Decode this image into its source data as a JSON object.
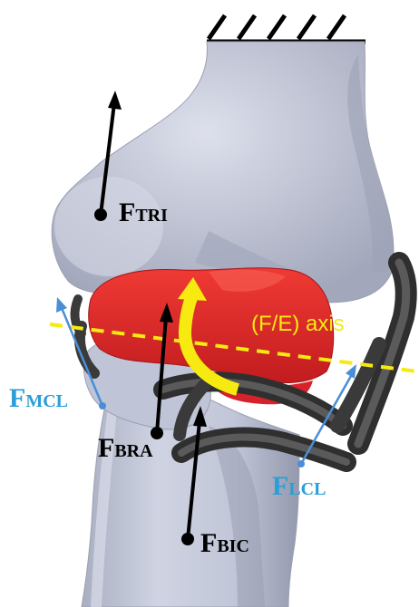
{
  "labels": {
    "tri": {
      "main": "F",
      "sub": "TRI"
    },
    "bra": {
      "main": "F",
      "sub": "BRA"
    },
    "bic": {
      "main": "F",
      "sub": "BIC"
    },
    "mcl": {
      "main": "F",
      "sub": "MCL"
    },
    "lcl": {
      "main": "F",
      "sub": "LCL"
    },
    "axis": "(F/E) axis"
  },
  "colors": {
    "bone": "#c3c8d9",
    "bone_shadow": "#8e93a7",
    "cartilage": "#e3262a",
    "ligament": "#3a3a3a",
    "force_black": "#000000",
    "force_blue": "#4a8fd6",
    "label_blue": "#2a9ed8",
    "axis_yellow": "#f6ea10"
  }
}
